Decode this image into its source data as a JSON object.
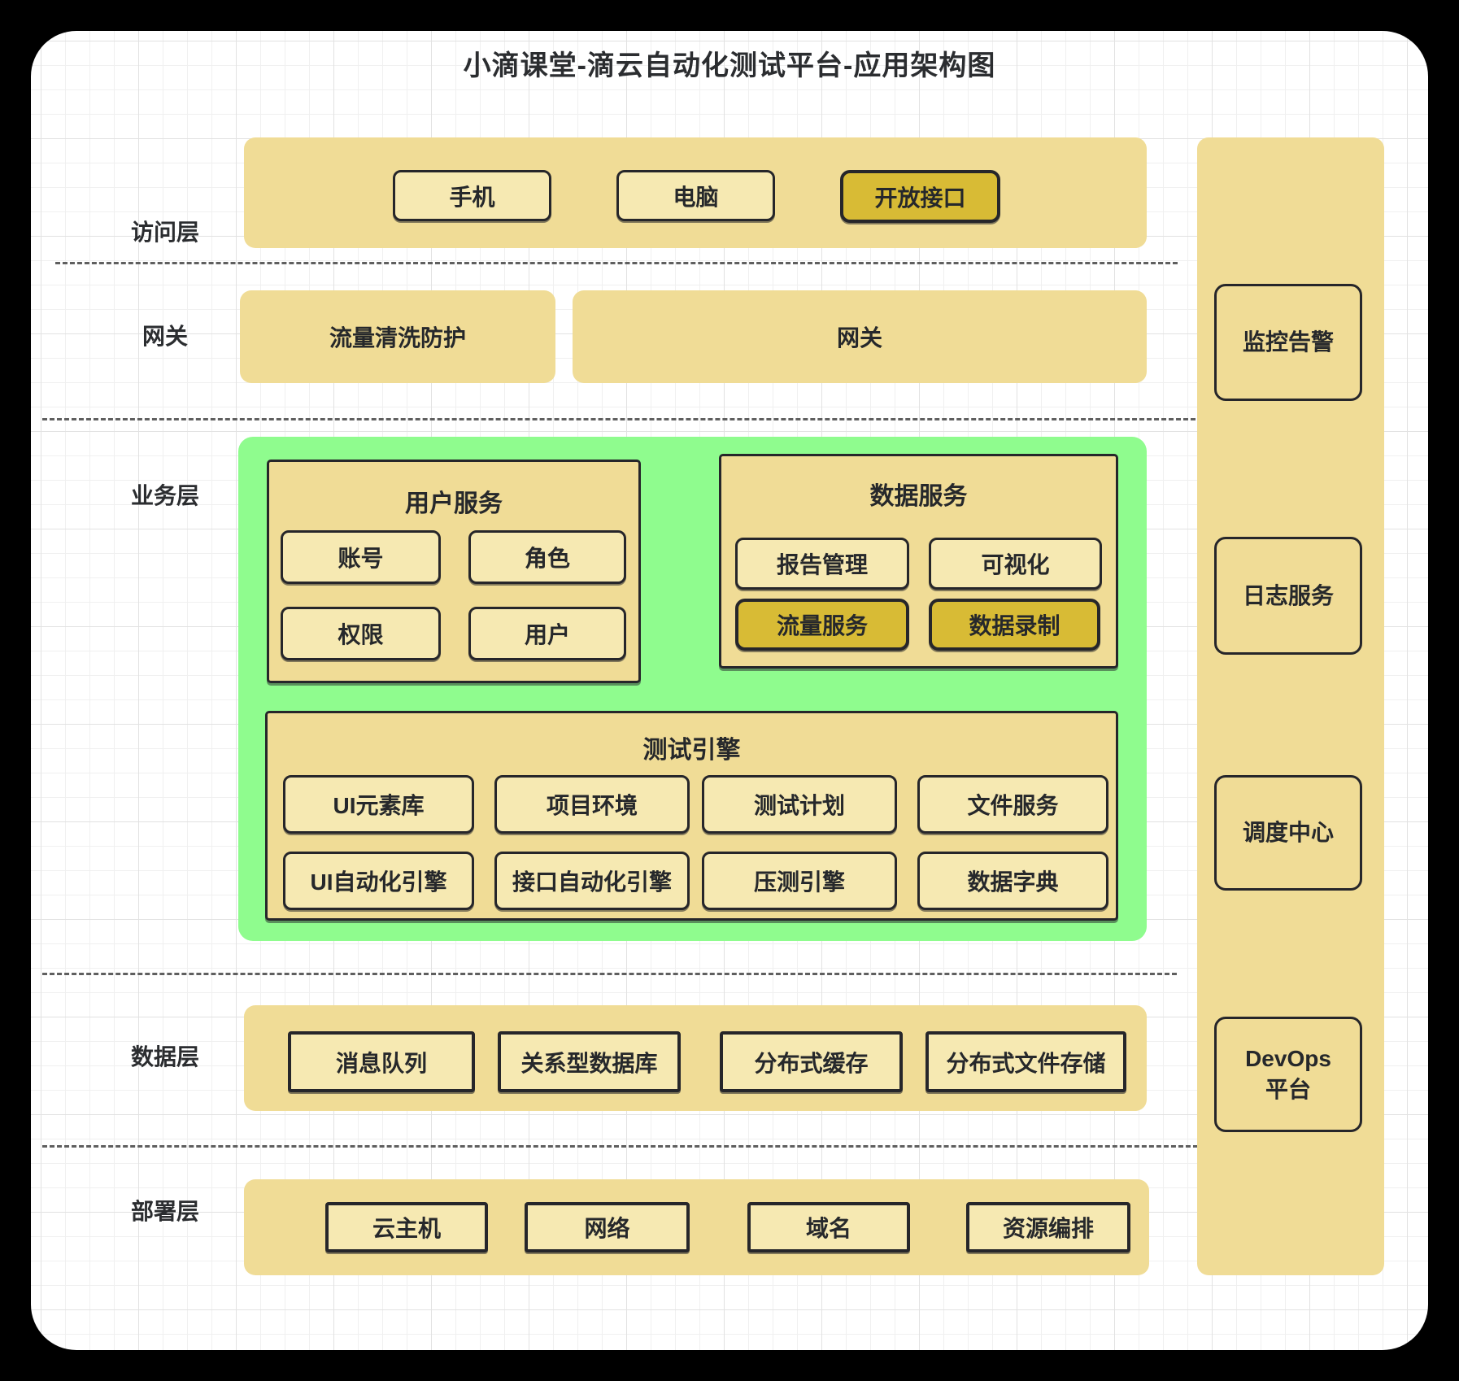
{
  "title": "小滴课堂-滴云自动化测试平台-应用架构图",
  "colors": {
    "band_yellow": "#f0dc96",
    "node_yellow": "#f6e9b2",
    "highlight_gold": "#d8bb35",
    "business_green": "#8ffc8e",
    "border_dark": "#26262a",
    "canvas_white": "#ffffff",
    "page_black": "#000000"
  },
  "layers": {
    "access": {
      "label": "访问层",
      "items": [
        {
          "label": "手机",
          "highlight": false
        },
        {
          "label": "电脑",
          "highlight": false
        },
        {
          "label": "开放接口",
          "highlight": true
        }
      ]
    },
    "gateway": {
      "label": "网关",
      "bands": [
        {
          "label": "流量清洗防护"
        },
        {
          "label": "网关"
        }
      ]
    },
    "business": {
      "label": "业务层",
      "groups": [
        {
          "title": "用户服务",
          "items": [
            {
              "label": "账号",
              "highlight": false
            },
            {
              "label": "角色",
              "highlight": false
            },
            {
              "label": "权限",
              "highlight": false
            },
            {
              "label": "用户",
              "highlight": false
            }
          ]
        },
        {
          "title": "数据服务",
          "items": [
            {
              "label": "报告管理",
              "highlight": false
            },
            {
              "label": "可视化",
              "highlight": false
            },
            {
              "label": "流量服务",
              "highlight": true
            },
            {
              "label": "数据录制",
              "highlight": true
            }
          ]
        },
        {
          "title": "测试引擎",
          "items": [
            {
              "label": "UI元素库",
              "highlight": false
            },
            {
              "label": "项目环境",
              "highlight": false
            },
            {
              "label": "测试计划",
              "highlight": false
            },
            {
              "label": "文件服务",
              "highlight": false
            },
            {
              "label": "UI自动化引擎",
              "highlight": false
            },
            {
              "label": "接口自动化引擎",
              "highlight": false
            },
            {
              "label": "压测引擎",
              "highlight": false
            },
            {
              "label": "数据字典",
              "highlight": false
            }
          ]
        }
      ]
    },
    "data": {
      "label": "数据层",
      "items": [
        {
          "label": "消息队列"
        },
        {
          "label": "关系型数据库"
        },
        {
          "label": "分布式缓存"
        },
        {
          "label": "分布式文件存储"
        }
      ]
    },
    "deploy": {
      "label": "部署层",
      "items": [
        {
          "label": "云主机"
        },
        {
          "label": "网络"
        },
        {
          "label": "域名"
        },
        {
          "label": "资源编排"
        }
      ]
    }
  },
  "sidebar": {
    "items": [
      {
        "label": "监控告警",
        "label2": ""
      },
      {
        "label": "日志服务",
        "label2": ""
      },
      {
        "label": "调度中心",
        "label2": ""
      },
      {
        "label": "DevOps",
        "label2": "平台"
      }
    ]
  }
}
